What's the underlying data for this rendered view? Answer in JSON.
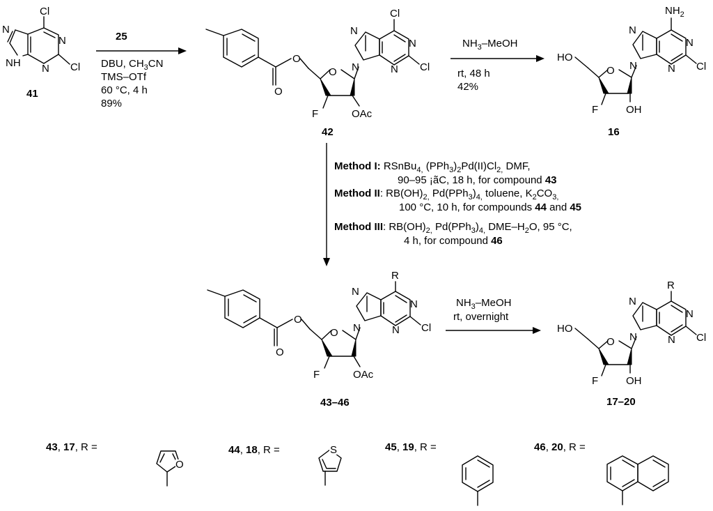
{
  "compounds": {
    "c41": "41",
    "c42": "42",
    "c16": "16",
    "c43_46": "43–46",
    "c17_20": "17–20"
  },
  "atoms": {
    "Cl": "Cl",
    "N": "N",
    "NH": "NH",
    "O": "O",
    "F": "F",
    "OAc": "OAc",
    "OH": "OH",
    "HO": "HO",
    "R": "R",
    "S": "S",
    "NH2_main": "NH",
    "NH2_sub": "2"
  },
  "step1": {
    "reagent_ref": "25",
    "line1_a": "DBU, CH",
    "line1_sub": "3",
    "line1_b": "CN",
    "line2": "TMS–OTf",
    "line3": "60 °C, 4 h",
    "line4": "89%"
  },
  "step2": {
    "line1_a": "NH",
    "line1_sub": "3",
    "line1_b": "–MeOH",
    "line2": "rt, 48 h",
    "line3": "42%"
  },
  "step3": {
    "m1_name": "Method I:",
    "m1_a": " RSnBu",
    "m1_sub1": "4,",
    "m1_b": " (PPh",
    "m1_sub2": "3",
    "m1_c": ")",
    "m1_sub3": "2",
    "m1_d": "Pd(II)Cl",
    "m1_sub4": "2,",
    "m1_e": " DMF,",
    "m1_line2": "90–95 ¡ãC, 18 h, for compound ",
    "m1_cmp": "43",
    "m2_name": "Method II",
    "m2_a": ": RB(OH)",
    "m2_sub1": "2,",
    "m2_b": " Pd(PPh",
    "m2_sub2": "3",
    "m2_c": ")",
    "m2_sub3": "4,",
    "m2_d": " toluene, K",
    "m2_sub4": "2",
    "m2_e": "CO",
    "m2_sub5": "3,",
    "m2_line2": "100 °C, 10 h, for compounds ",
    "m2_cmp1": "44",
    "m2_and": " and ",
    "m2_cmp2": "45",
    "m3_name": "Method III",
    "m3_a": ": RB(OH)",
    "m3_sub1": "2,",
    "m3_b": " Pd(PPh",
    "m3_sub2": "3",
    "m3_c": ")",
    "m3_sub3": "4,",
    "m3_d": " DME–H",
    "m3_sub4": "2",
    "m3_e": "O, 95 °C,",
    "m3_line2": "4 h, for compound ",
    "m3_cmp": "46"
  },
  "step4": {
    "line1_a": "NH",
    "line1_sub": "3",
    "line1_b": "–MeOH",
    "line2": "rt, overnight"
  },
  "r_groups": [
    {
      "c1": "43",
      "c2": "17",
      "suffix": ", R ="
    },
    {
      "c1": "44",
      "c2": "18",
      "suffix": ", R ="
    },
    {
      "c1": "45",
      "c2": "19",
      "suffix": ", R ="
    },
    {
      "c1": "46",
      "c2": "20",
      "suffix": ", R ="
    }
  ],
  "r_sep": ", "
}
